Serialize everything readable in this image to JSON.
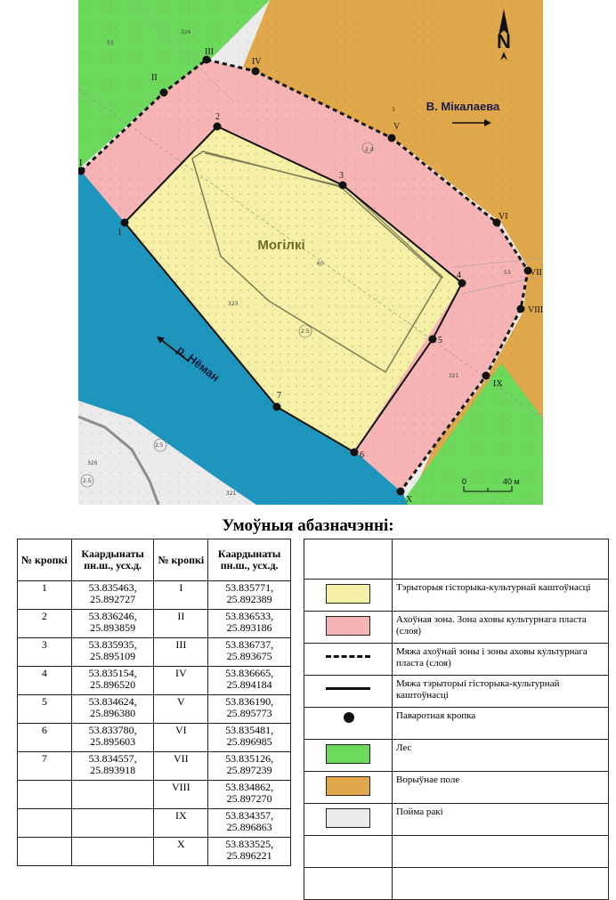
{
  "map": {
    "north_label": "N",
    "street_label": "В. Мікалаева",
    "cemetery_label": "Могілкі",
    "river_label": "р. Нёман",
    "scale": {
      "start": "0",
      "end": "40 м"
    },
    "parcel_labels": [
      "326",
      "53",
      "3",
      "2.4",
      "53",
      "321",
      "323",
      "2.5",
      "60",
      "326",
      "2.5",
      "2.5",
      "321"
    ],
    "inner_points": [
      "1",
      "2",
      "3",
      "4",
      "5",
      "6",
      "7"
    ],
    "outer_points": [
      "I",
      "II",
      "III",
      "IV",
      "V",
      "VI",
      "VII",
      "VIII",
      "IX",
      "X"
    ],
    "colors": {
      "forest": "#6cd95c",
      "arable": "#e0a84a",
      "floodplain": "#ebebeb",
      "river": "#1e95bd",
      "cultural_layer_zone": "#f7b4b4",
      "heritage_territory": "#f5f0a6"
    }
  },
  "legend": {
    "title": "Умоўныя абазначэнні:",
    "items": [
      {
        "symbol": "fill-yellow",
        "text": "Тэрыторыя гісторыка-культурнай каштоўнасці"
      },
      {
        "symbol": "fill-pink",
        "text": "Ахоўная зона. Зона аховы культурнага пласта (слоя)"
      },
      {
        "symbol": "dashed-line",
        "text": "Мяжа ахоўнай зоны і зоны аховы культурнага пласта (слоя)"
      },
      {
        "symbol": "solid-line",
        "text": "Мяжа тэрыторыі гісторыка-культурнай каштоўнасці"
      },
      {
        "symbol": "dot",
        "text": "Паваротная кропка"
      },
      {
        "symbol": "fill-green",
        "text": "Лес"
      },
      {
        "symbol": "fill-orange",
        "text": "Ворыўнае поле"
      },
      {
        "symbol": "fill-grey",
        "text": "Пойма ракі"
      }
    ]
  },
  "coords_table": {
    "headers": {
      "num_a": "№ кропкі",
      "coord_a": "Каардынаты пн.ш., усх.д.",
      "num_b": "№ кропкі",
      "coord_b": "Каардынаты пн.ш., усх.д."
    },
    "rows": [
      [
        "1",
        "53.835463, 25.892727",
        "I",
        "53.835771, 25.892389"
      ],
      [
        "2",
        "53.836246, 25.893859",
        "II",
        "53.836533, 25.893186"
      ],
      [
        "3",
        "53.835935, 25.895109",
        "III",
        "53.836737, 25.893675"
      ],
      [
        "4",
        "53.835154, 25.896520",
        "IV",
        "53.836665, 25.894184"
      ],
      [
        "5",
        "53.834624, 25.896380",
        "V",
        "53.836190, 25.895773"
      ],
      [
        "6",
        "53.833780, 25.895603",
        "VI",
        "53.835481, 25.896985"
      ],
      [
        "7",
        "53.834557, 25.893918",
        "VII",
        "53.835126, 25.897239"
      ],
      [
        "",
        "",
        "VIII",
        "53.834862, 25.897270"
      ],
      [
        "",
        "",
        "IX",
        "53.834357, 25.896863"
      ],
      [
        "",
        "",
        "X",
        "53.833525, 25.896221"
      ]
    ]
  }
}
